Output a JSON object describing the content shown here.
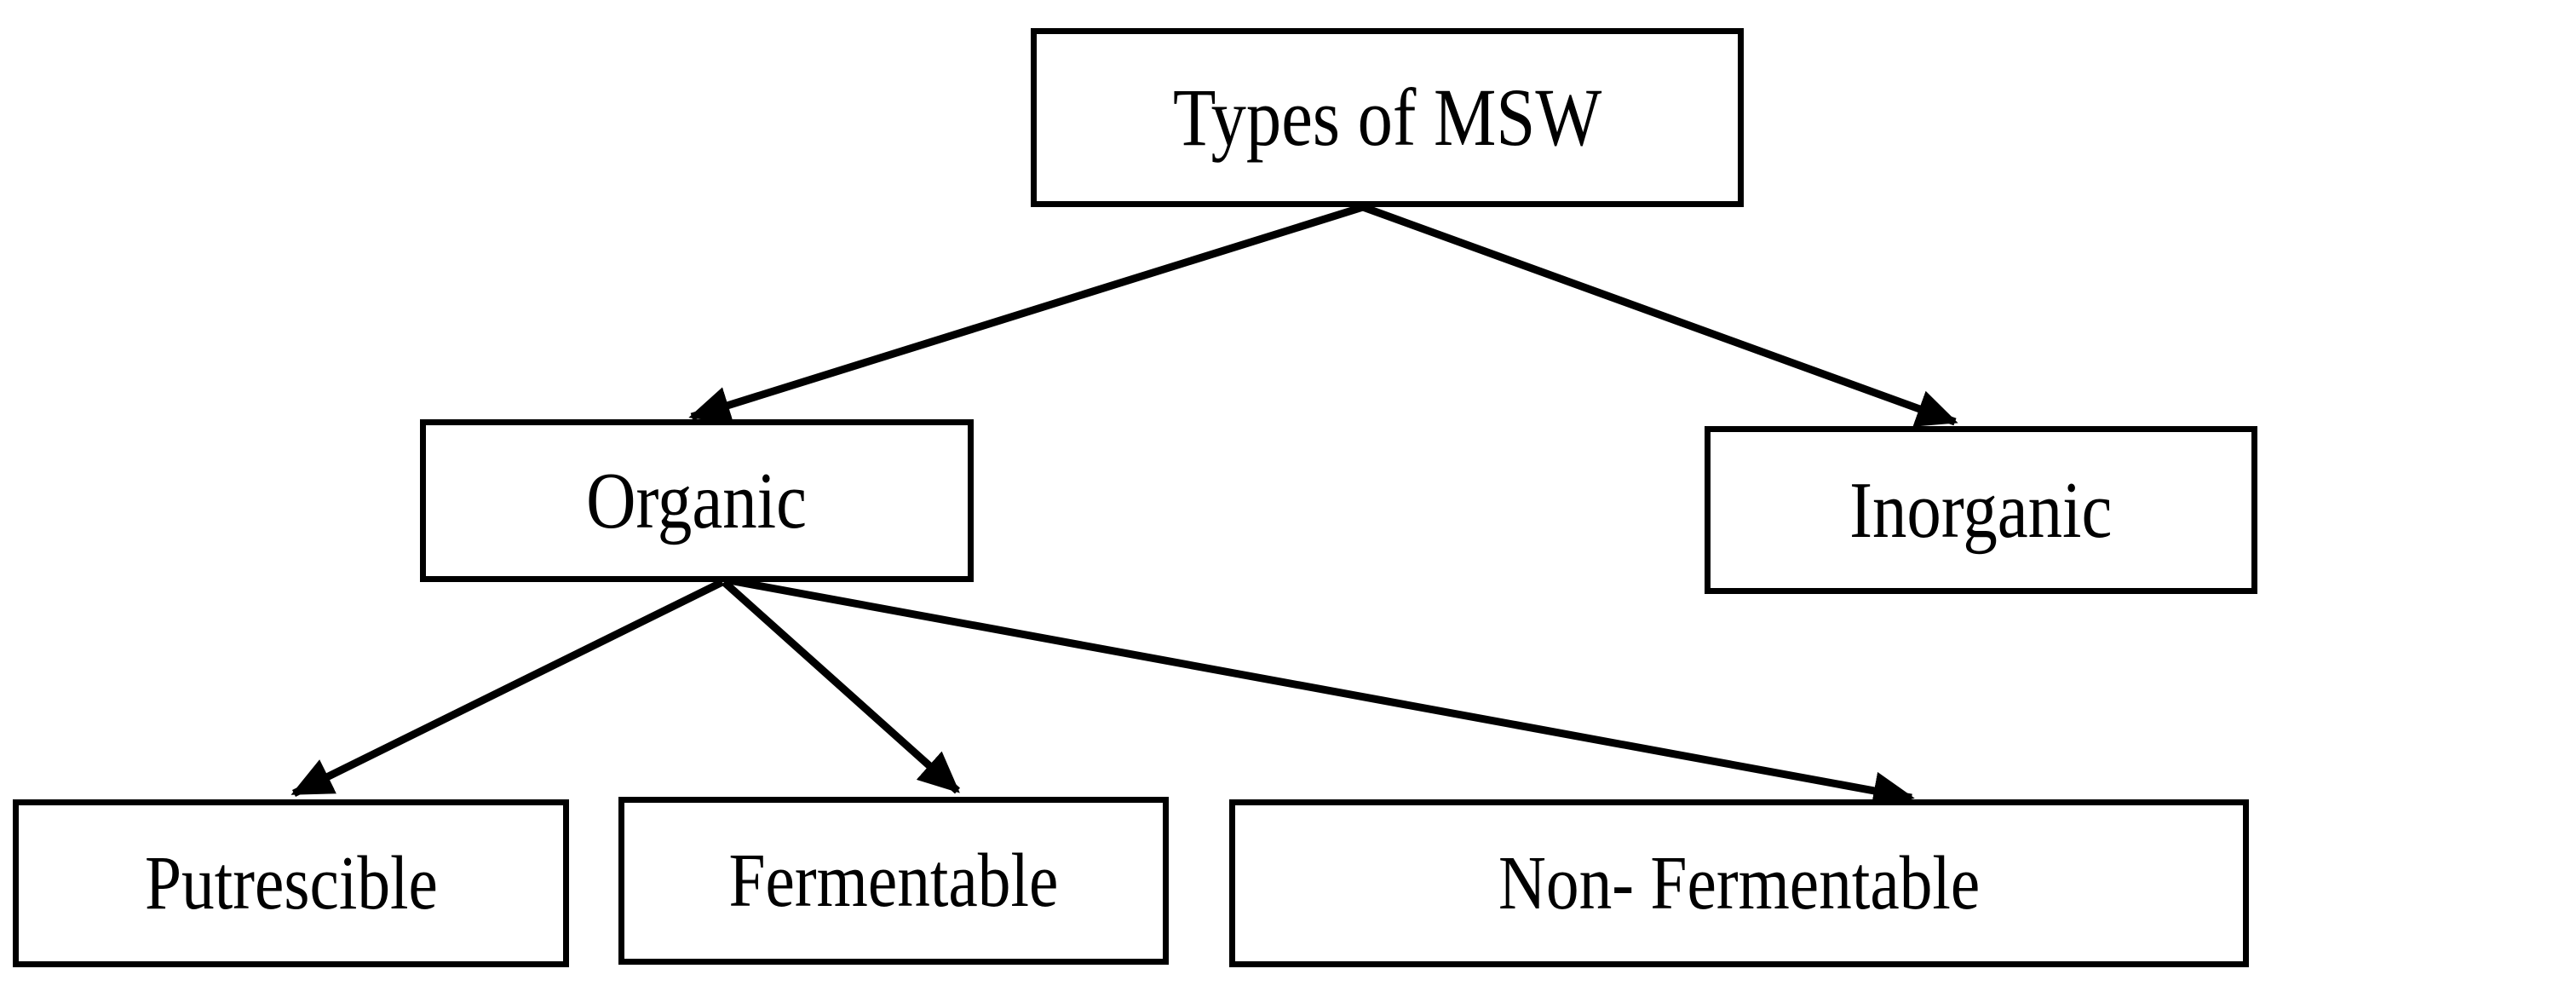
{
  "diagram": {
    "type": "hierarchy-tree",
    "background_color": "#ffffff",
    "line_color": "#000000",
    "text_color": "#000000",
    "nodes": {
      "root": {
        "label": "Types of MSW"
      },
      "organic": {
        "label": "Organic"
      },
      "inorganic": {
        "label": "Inorganic"
      },
      "putrescible": {
        "label": "Putrescible"
      },
      "fermentable": {
        "label": "Fermentable"
      },
      "non_fermentable": {
        "label": "Non- Fermentable"
      }
    },
    "edges": [
      {
        "from": "root",
        "to": "organic",
        "arrowhead": "filled-triangle"
      },
      {
        "from": "root",
        "to": "inorganic",
        "arrowhead": "filled-triangle"
      },
      {
        "from": "organic",
        "to": "putrescible",
        "arrowhead": "filled-triangle"
      },
      {
        "from": "organic",
        "to": "fermentable",
        "arrowhead": "filled-triangle"
      },
      {
        "from": "organic",
        "to": "non_fermentable",
        "arrowhead": "filled-triangle"
      }
    ]
  }
}
